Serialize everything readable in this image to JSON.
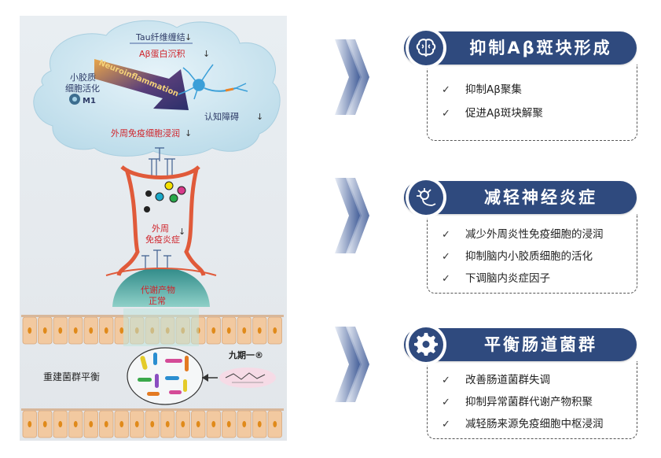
{
  "diagram": {
    "brain": {
      "tau_label": "Tau纤维缠结",
      "abeta_label": "Aβ蛋白沉积",
      "neuroinflammation_label": "Neuroinflammation",
      "microglia_label_line1": "小胶质",
      "microglia_label_line2": "细胞活化",
      "m1_label": "M1",
      "cognitive_label": "认知障碍",
      "peripheral_infiltration_label": "外周免疫细胞浸润"
    },
    "vessel": {
      "label_line1": "外周",
      "label_line2": "免疫炎症"
    },
    "gut": {
      "metabolite_label_line1": "代谢产物",
      "metabolite_label_line2": "正常",
      "rebuild_label": "重建菌群平衡",
      "drug_label": "九期一®"
    },
    "down_arrow": "↓"
  },
  "cards": [
    {
      "title": "抑制Aβ斑块形成",
      "icon": "brain-icon",
      "items": [
        "抑制Aβ聚集",
        "促进Aβ斑块解聚"
      ]
    },
    {
      "title": "减轻神经炎症",
      "icon": "neuron-icon",
      "items": [
        "减少外周炎性免疫细胞的浸润",
        "抑制脑内小胶质细胞的活化",
        "下调脑内炎症因子"
      ]
    },
    {
      "title": "平衡肠道菌群",
      "icon": "gear-icon",
      "items": [
        "改善肠道菌群失调",
        "抑制异常菌群代谢产物积聚",
        "减轻肠来源免疫细胞中枢浸润"
      ]
    }
  ],
  "check_mark": "✓",
  "colors": {
    "navy": "#2f4a7e",
    "red_label": "#d0242b",
    "cloud": "#cfe6f1",
    "teal": "#4e9e9c",
    "vessel_red": "#e05a3a",
    "cell_fill": "#f2c9a0",
    "nucleus": "#e08a1a"
  }
}
